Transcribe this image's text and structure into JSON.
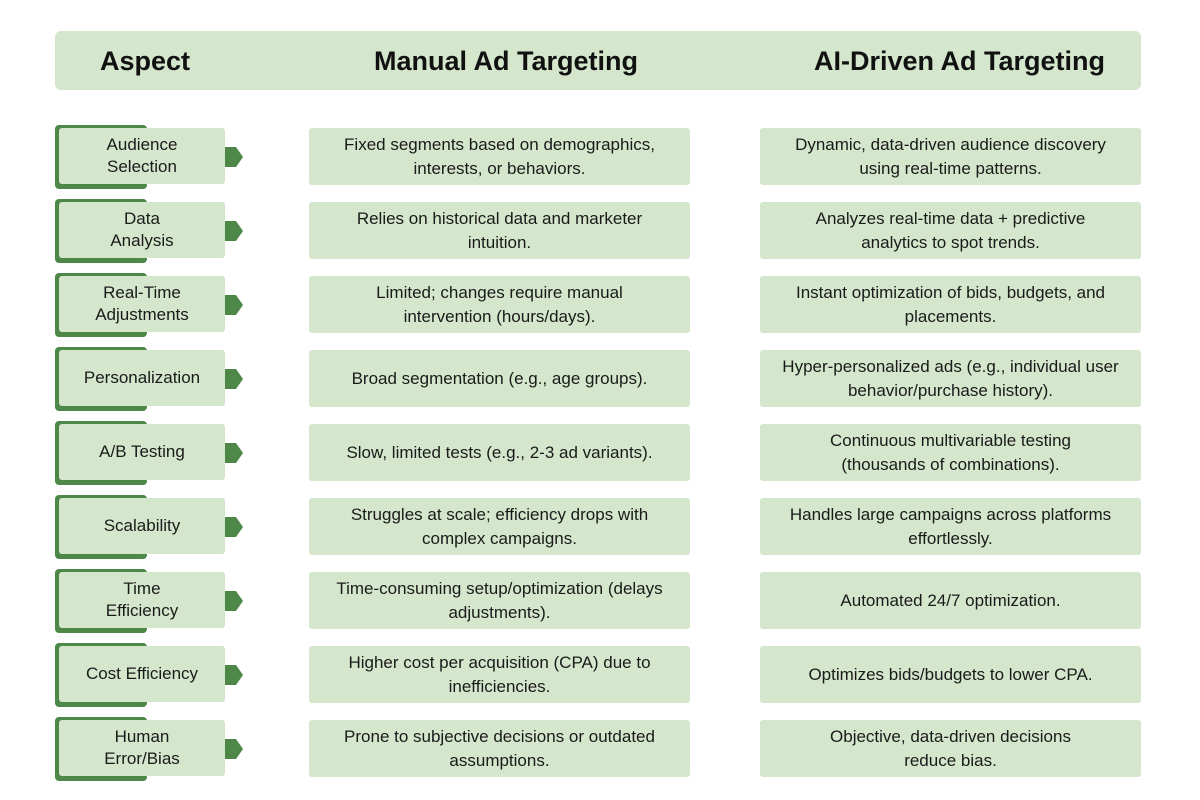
{
  "colors": {
    "panel": "#d4e6cc",
    "accent": "#4e8848"
  },
  "header": {
    "aspect": "Aspect",
    "manual": "Manual Ad Targeting",
    "ai": "AI-Driven Ad Targeting"
  },
  "rows": [
    {
      "aspect": "Audience\nSelection",
      "manual": "Fixed segments based on demographics,\ninterests, or behaviors.",
      "ai": "Dynamic, data-driven audience discovery\nusing real-time patterns."
    },
    {
      "aspect": "Data\nAnalysis",
      "manual": "Relies on historical data and marketer\nintuition.",
      "ai": "Analyzes real-time data + predictive\nanalytics to spot trends."
    },
    {
      "aspect": "Real-Time\nAdjustments",
      "manual": "Limited; changes require manual\nintervention (hours/days).",
      "ai": "Instant optimization of bids, budgets, and\nplacements."
    },
    {
      "aspect": "Personalization",
      "manual": "Broad segmentation (e.g., age groups).",
      "ai": "Hyper-personalized ads (e.g., individual user\nbehavior/purchase history)."
    },
    {
      "aspect": "A/B Testing",
      "manual": "Slow, limited tests (e.g., 2-3 ad variants).",
      "ai": "Continuous multivariable testing\n(thousands of combinations)."
    },
    {
      "aspect": "Scalability",
      "manual": "Struggles at scale; efficiency drops with\ncomplex campaigns.",
      "ai": "Handles large campaigns across platforms\neffortlessly."
    },
    {
      "aspect": "Time\nEfficiency",
      "manual": "Time-consuming setup/optimization (delays\nadjustments).",
      "ai": "Automated 24/7 optimization."
    },
    {
      "aspect": "Cost Efficiency",
      "manual": "Higher cost per acquisition (CPA) due to\ninefficiencies.",
      "ai": "Optimizes bids/budgets to lower CPA."
    },
    {
      "aspect": "Human\nError/Bias",
      "manual": "Prone to subjective decisions or outdated\nassumptions.",
      "ai": "Objective, data-driven decisions\nreduce bias."
    }
  ]
}
